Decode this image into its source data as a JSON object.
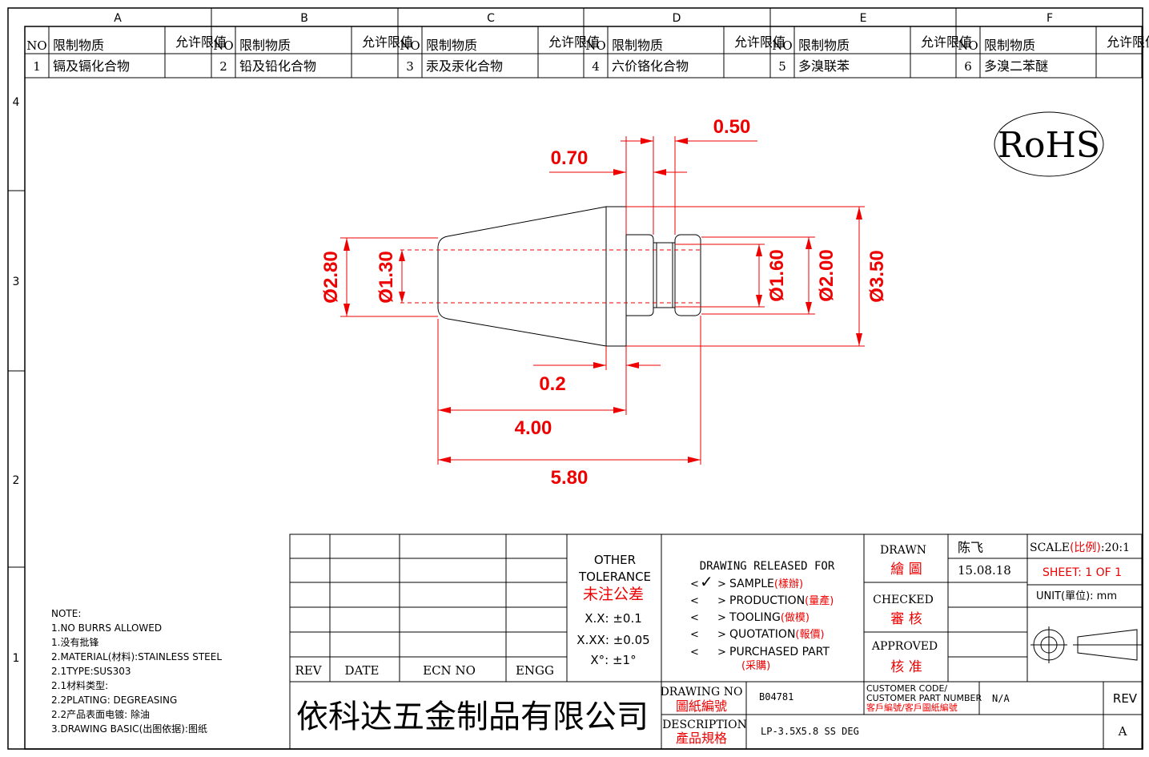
{
  "frame": {
    "columns": [
      "A",
      "B",
      "C",
      "D",
      "E",
      "F"
    ],
    "rows": [
      "4",
      "3",
      "2",
      "1"
    ]
  },
  "rohs_table": {
    "header": {
      "no": "NO",
      "substance": "限制物质",
      "limit": "允许限值"
    },
    "items": [
      {
        "no": "1",
        "substance": "镉及镉化合物",
        "limit": ""
      },
      {
        "no": "2",
        "substance": "铅及铅化合物",
        "limit": ""
      },
      {
        "no": "3",
        "substance": "汞及汞化合物",
        "limit": ""
      },
      {
        "no": "4",
        "substance": "六价铬化合物",
        "limit": ""
      },
      {
        "no": "5",
        "substance": "多溴联苯",
        "limit": ""
      },
      {
        "no": "6",
        "substance": "多溴二苯醚",
        "limit": ""
      }
    ]
  },
  "rohs_mark": "RoHS",
  "dimensions": {
    "d_2_80": "Ø2.80",
    "d_1_30": "Ø1.30",
    "d_1_60": "Ø1.60",
    "d_2_00": "Ø2.00",
    "d_3_50": "Ø3.50",
    "l_0_70": "0.70",
    "l_0_50": "0.50",
    "l_0_2": "0.2",
    "l_4_00": "4.00",
    "l_5_80": "5.80"
  },
  "notes": {
    "title": "NOTE:",
    "lines": [
      "1.NO BURRS ALLOWED",
      "1.没有批锋",
      "2.MATERIAL(材料):STAINLESS STEEL",
      "2.1TYPE:SUS303",
      "2.1材料类型:",
      "2.2PLATING: DEGREASING",
      "2.2产品表面电镀:  除油",
      "3.DRAWING BASIC(出图依据):图纸"
    ]
  },
  "title_block": {
    "rev_header": {
      "rev": "REV",
      "date": "DATE",
      "ecn": "ECN NO",
      "engg": "ENGG"
    },
    "tolerance": {
      "title1": "OTHER",
      "title2": "TOLERANCE",
      "title_cn": "未注公差",
      "x1": "X.X: ±0.1",
      "x2": "X.XX: ±0.05",
      "ang": "X°: ±1°"
    },
    "release": {
      "title": "DRAWING RELEASED FOR",
      "check": "✓",
      "items": [
        {
          "en": "SAMPLE",
          "cn": "(樣辦)"
        },
        {
          "en": "PRODUCTION",
          "cn": "(量產)"
        },
        {
          "en": "TOOLING",
          "cn": "(做模)"
        },
        {
          "en": "QUOTATION",
          "cn": "(報價)"
        },
        {
          "en": "PURCHASED PART",
          "cn": "(采購)"
        }
      ]
    },
    "drawn": {
      "en": "DRAWN",
      "cn": "繪 圖",
      "name": "陈飞",
      "date": "15.08.18"
    },
    "checked": {
      "en": "CHECKED",
      "cn": "審 核"
    },
    "approved": {
      "en": "APPROVED",
      "cn": "核 准"
    },
    "scale": {
      "en": "SCALE",
      "cn": "(比例)",
      "value": ":20:1"
    },
    "sheet": "SHEET:  1 OF 1",
    "unit": {
      "en": "UNIT",
      "cn": "(單位)",
      "value": ": mm"
    },
    "company": "依科达五金制品有限公司",
    "drawing_no": {
      "en": "DRAWING NO",
      "cn": "圖紙編號",
      "value": "B04781"
    },
    "customer": {
      "en1": "CUSTOMER CODE/",
      "en2": "CUSTOMER PART NUMBER",
      "cn": "客戶編號/客戶圖紙編號",
      "value": "N/A"
    },
    "rev": {
      "label": "REV",
      "value": "A"
    },
    "description": {
      "en": "DESCRIPTION",
      "cn": "產品規格",
      "value": "LP-3.5X5.8 SS DEG"
    }
  },
  "colors": {
    "dimension": "#e00000",
    "line": "#000000"
  }
}
